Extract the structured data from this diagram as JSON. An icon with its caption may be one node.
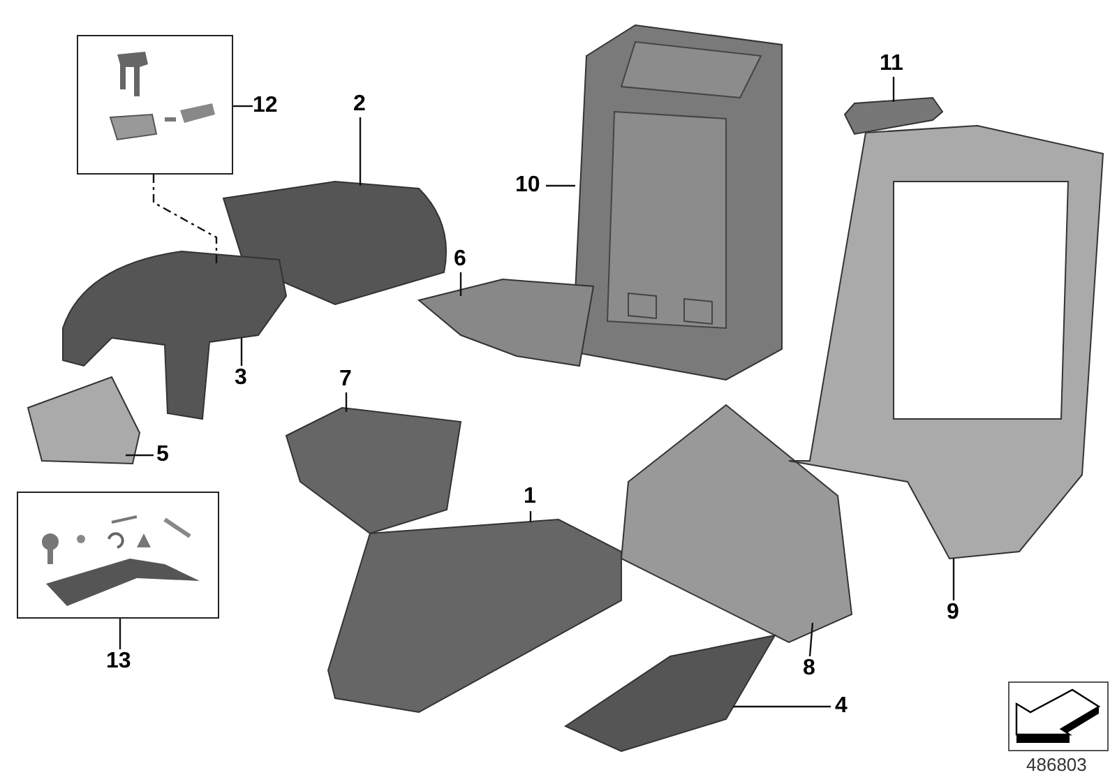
{
  "diagram": {
    "nodes": [
      {
        "text": [
          "12"
        ]
      },
      {
        "text": [],
        "shape": "box"
      },
      {
        "text": [
          "2"
        ]
      },
      {
        "text": [],
        "shape": "picture"
      },
      {
        "text": [
          "11"
        ]
      },
      {
        "text": [],
        "shape": "picture"
      },
      {
        "text": [
          "10"
        ]
      },
      {
        "text": [],
        "shape": "picture"
      },
      {
        "text": [
          "6"
        ]
      },
      {
        "text": [],
        "shape": "picture"
      },
      {
        "text": [
          "3"
        ]
      },
      {
        "text": [],
        "shape": "picture"
      },
      {
        "text": [
          "7"
        ]
      },
      {
        "text": [],
        "shape": "picture"
      },
      {
        "text": [
          "5"
        ]
      },
      {
        "text": [],
        "shape": "picture"
      },
      {
        "text": [
          "1"
        ]
      },
      {
        "text": [],
        "shape": "picture"
      },
      {
        "text": [],
        "shape": "box"
      },
      {
        "text": [
          "13"
        ]
      },
      {
        "text": [
          "8"
        ]
      },
      {
        "text": [],
        "shape": "picture"
      },
      {
        "text": [
          "9"
        ]
      },
      {
        "text": [],
        "shape": "picture"
      },
      {
        "text": [
          "4"
        ]
      },
      {
        "text": [],
        "shape": "picture"
      }
    ],
    "edges": [
      {
        "from": 0,
        "to": 1,
        "arrow": "none"
      },
      {
        "from": 2,
        "to": 3,
        "arrow": "none"
      },
      {
        "from": 4,
        "to": 5,
        "arrow": "none"
      },
      {
        "from": 6,
        "to": 7,
        "arrow": "none"
      },
      {
        "from": 8,
        "to": 9,
        "arrow": "none"
      },
      {
        "from": 10,
        "to": 11,
        "arrow": "none"
      },
      {
        "from": 12,
        "to": 13,
        "arrow": "none"
      },
      {
        "from": 14,
        "to": 15,
        "arrow": "none"
      },
      {
        "from": 16,
        "to": 17,
        "arrow": "none"
      },
      {
        "from": 19,
        "to": 18,
        "arrow": "none"
      },
      {
        "from": 20,
        "to": 21,
        "arrow": "none"
      },
      {
        "from": 22,
        "to": 23,
        "arrow": "none"
      },
      {
        "from": 24,
        "to": 25,
        "arrow": "none"
      },
      {
        "from": 1,
        "to": 11,
        "arrow": "none",
        "style": "dashed"
      }
    ],
    "labels": [
      "486803"
    ]
  }
}
